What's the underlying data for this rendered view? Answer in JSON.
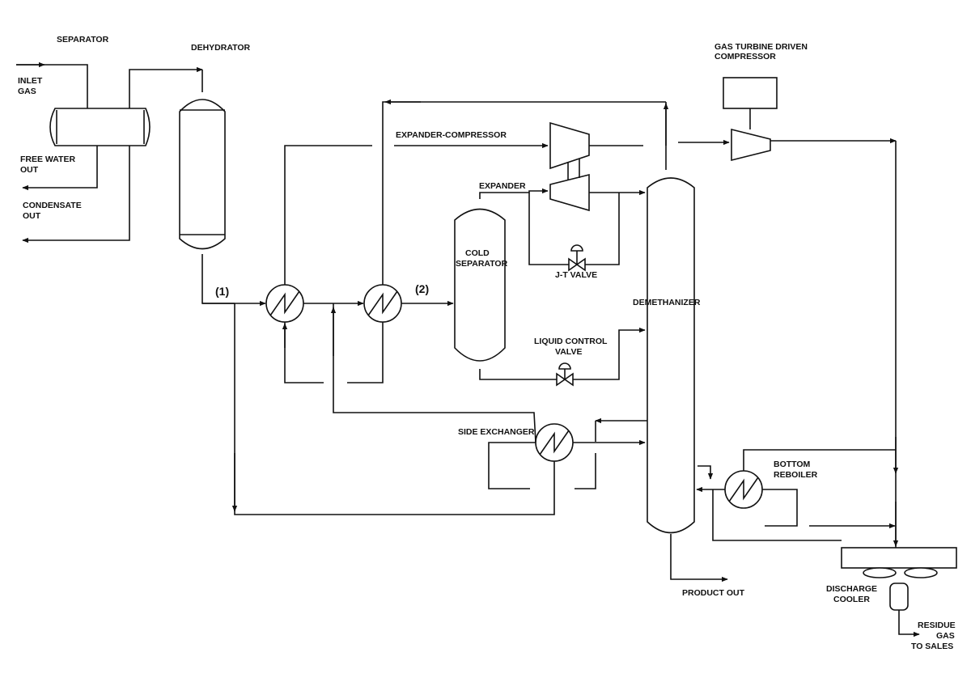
{
  "labels": {
    "separator": "SEPARATOR",
    "dehydrator": "DEHYDRATOR",
    "inlet_gas_1": "INLET",
    "inlet_gas_2": "GAS",
    "free_water_1": "FREE WATER",
    "free_water_2": "OUT",
    "condensate_1": "CONDENSATE",
    "condensate_2": "OUT",
    "gas_turbine_1": "GAS TURBINE DRIVEN",
    "gas_turbine_2": "COMPRESSOR",
    "expander_compressor": "EXPANDER-COMPRESSOR",
    "expander": "EXPANDER",
    "cold_separator_1": "COLD",
    "cold_separator_2": "SEPARATOR",
    "jt_valve": "J-T VALVE",
    "point_1": "(1)",
    "point_2": "(2)",
    "demethanizer": "DEMETHANIZER",
    "liquid_control_1": "LIQUID CONTROL",
    "liquid_control_2": "VALVE",
    "side_exchanger": "SIDE EXCHANGER",
    "bottom_reboiler_1": "BOTTOM",
    "bottom_reboiler_2": "REBOILER",
    "product_out": "PRODUCT OUT",
    "discharge_cooler_1": "DISCHARGE",
    "discharge_cooler_2": "COOLER",
    "residue_1": "RESIDUE",
    "residue_2": "GAS",
    "residue_3": "TO SALES"
  }
}
